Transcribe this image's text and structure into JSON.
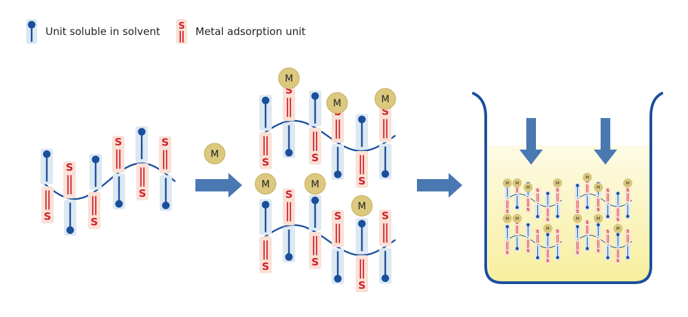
{
  "legend": {
    "soluble_label": "Unit soluble in solvent",
    "adsorption_label": "Metal adsorption unit"
  },
  "glyphs": {
    "sulfur": "S",
    "metal": "M"
  },
  "colors": {
    "polymer_blue": "#1a4f9c",
    "soluble_bg": "#dce8f2",
    "adsorb_red": "#d21f26",
    "adsorb_bg": "#f9e1d8",
    "metal_fill": "#dcc97f",
    "metal_stroke": "#c9b264",
    "arrow_blue": "#4a78b3",
    "container_stroke": "#1a4f9c",
    "solvent_top": "#fdfbe6",
    "solvent_bottom": "#f8ee9e"
  },
  "icons": {
    "process_arrow": "right-arrow-icon",
    "drop_arrow": "down-arrow-icon"
  }
}
